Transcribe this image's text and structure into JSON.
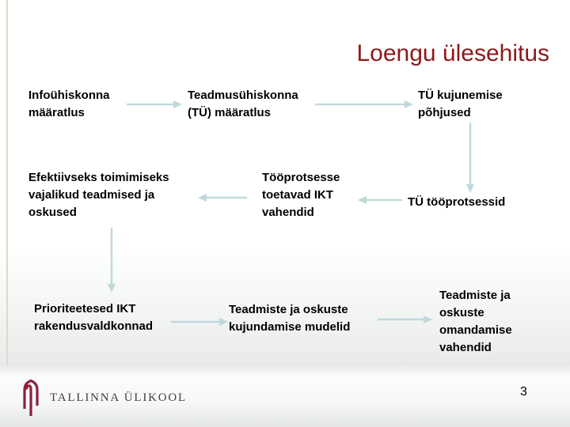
{
  "title": "Loengu ülesehitus",
  "page_number": "3",
  "colors": {
    "title_text": "#8C1A1A",
    "body_text": "#000000",
    "arrow": "#BFD9DB",
    "logo_maroon": "#8E1F3D",
    "logo_text": "#404040",
    "left_accent_line": "#DEDAC2"
  },
  "nodes": [
    {
      "id": "infouhiskonna-maaratlus",
      "text": "Infoühiskonna\nmääratlus"
    },
    {
      "id": "teadmusuhiskonna-maaratlus",
      "text": "Teadmusühiskonna\n(TÜ) määratlus"
    },
    {
      "id": "tu-kujunemise-pohjused",
      "text": "TÜ kujunemise\npõhjused"
    },
    {
      "id": "efektiivseks-toimimiseks",
      "text": "Efektiivseks toimimiseks\nvajalikud teadmised ja\noskused"
    },
    {
      "id": "tooprotsesse-toetavad-ikt",
      "text": "Tööprotsesse\ntoetavad IKT\nvahendid"
    },
    {
      "id": "tu-tooprotsessid",
      "text": "TÜ tööprotsessid"
    },
    {
      "id": "prioriteetesed-ikt",
      "text": "Prioriteetesed IKT\nrakendusvaldkonnad"
    },
    {
      "id": "teadmiste-kujundamise-mudelid",
      "text": "Teadmiste ja oskuste\nkujundamise mudelid"
    },
    {
      "id": "teadmiste-omandamise-vahendid",
      "text": "Teadmiste ja\noskuste\nomandamise\nvahendid"
    }
  ],
  "edges": [
    {
      "from": "infouhiskonna-maaratlus",
      "to": "teadmusuhiskonna-maaratlus",
      "direction": "right"
    },
    {
      "from": "teadmusuhiskonna-maaratlus",
      "to": "tu-kujunemise-pohjused",
      "direction": "right"
    },
    {
      "from": "tu-kujunemise-pohjused",
      "to": "tu-tooprotsessid",
      "direction": "down"
    },
    {
      "from": "tu-tooprotsessid",
      "to": "tooprotsesse-toetavad-ikt",
      "direction": "left"
    },
    {
      "from": "tooprotsesse-toetavad-ikt",
      "to": "efektiivseks-toimimiseks",
      "direction": "left"
    },
    {
      "from": "efektiivseks-toimimiseks",
      "to": "prioriteetesed-ikt",
      "direction": "down"
    },
    {
      "from": "prioriteetesed-ikt",
      "to": "teadmiste-kujundamise-mudelid",
      "direction": "right"
    },
    {
      "from": "teadmiste-kujundamise-mudelid",
      "to": "teadmiste-omandamise-vahendid",
      "direction": "right"
    }
  ],
  "footer": {
    "logo_text": "TALLINNA ÜLIKOOL"
  }
}
